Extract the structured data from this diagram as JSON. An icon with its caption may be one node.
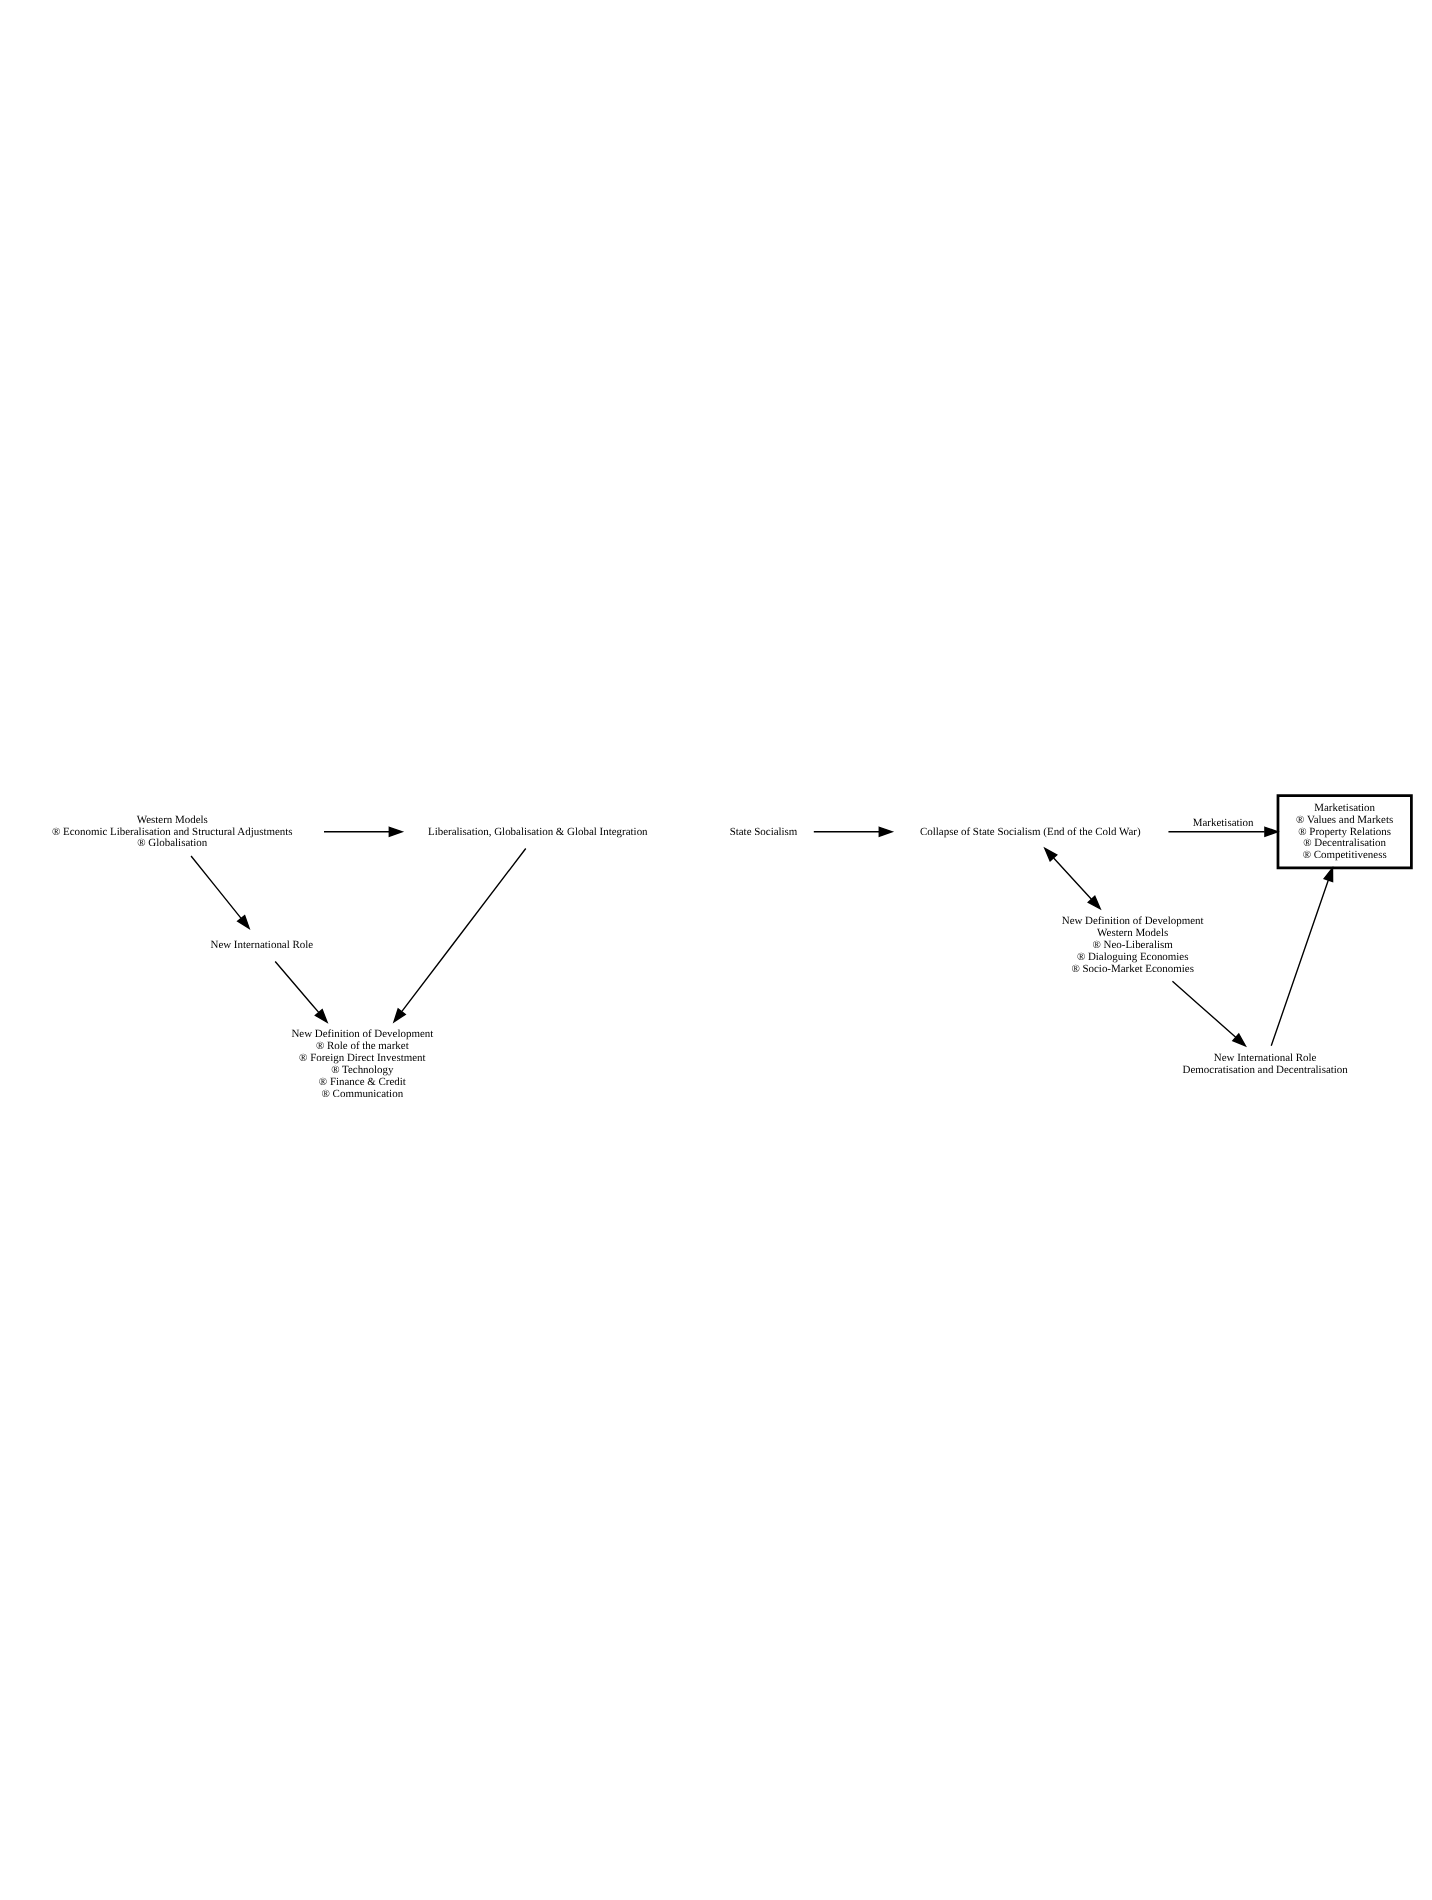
{
  "diagram": {
    "nodes": [
      {
        "text": [
          "Western Models",
          "® Economic Liberalisation and Structural Adjustments",
          "® Globalisation"
        ]
      },
      {
        "text": [
          "Liberalisation, Globalisation & Global Integration"
        ]
      },
      {
        "text": [
          "New International Role"
        ]
      },
      {
        "text": [
          "New Definition of Development",
          "® Role of the market",
          "® Foreign Direct Investment",
          "® Technology",
          "® Finance & Credit",
          "® Communication"
        ]
      },
      {
        "text": [
          "State Socialism"
        ]
      },
      {
        "text": [
          "Collapse of State Socialism (End of the Cold War)"
        ]
      },
      {
        "text": [
          "Marketisation",
          "® Values and Markets",
          "® Property Relations",
          "® Decentralisation",
          "® Competitiveness"
        ]
      },
      {
        "text": [
          "New Definition of Development",
          "Western Models",
          "® Neo-Liberalism",
          "® Dialoguing Economies",
          "® Socio-Market Economies"
        ]
      },
      {
        "text": [
          "New International Role",
          "Democratisation and Decentralisation"
        ]
      }
    ],
    "edges": [
      {
        "from": 0,
        "to": 1,
        "arrow": "to"
      },
      {
        "from": 1,
        "to": 3,
        "arrow": "to"
      },
      {
        "from": 0,
        "to": 2,
        "arrow": "to"
      },
      {
        "from": 2,
        "to": 3,
        "arrow": "to"
      },
      {
        "from": 4,
        "to": 5,
        "arrow": "to"
      },
      {
        "from": 5,
        "to": 6,
        "arrow": "to",
        "label": "Marketisation"
      },
      {
        "from": 5,
        "to": 7,
        "arrow": "both"
      },
      {
        "from": 7,
        "to": 8,
        "arrow": "to"
      },
      {
        "from": 8,
        "to": 6,
        "arrow": "to"
      }
    ]
  }
}
